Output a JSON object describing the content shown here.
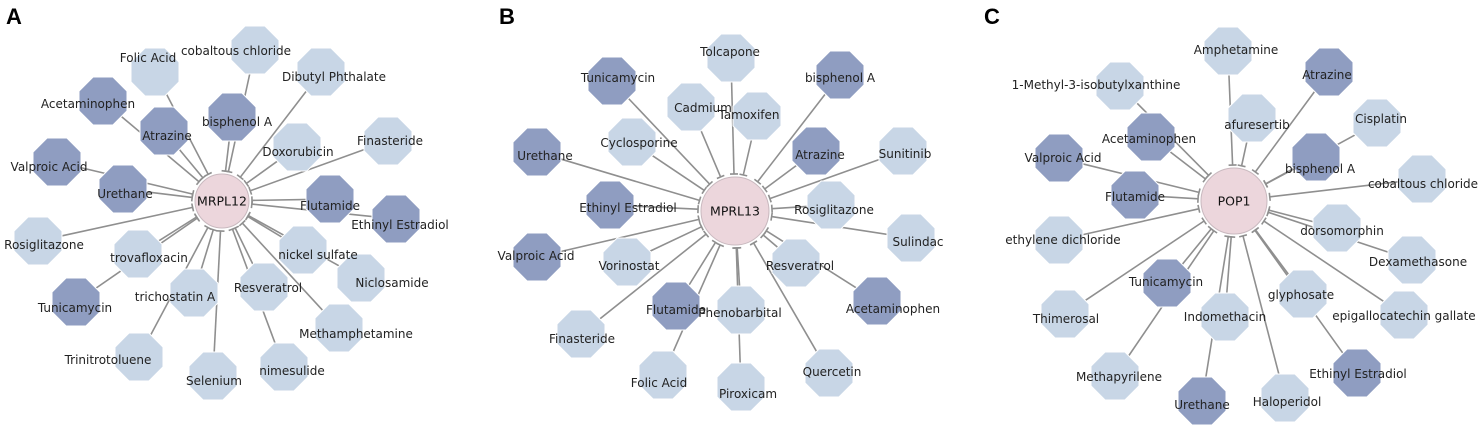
{
  "colors": {
    "dark_node": "#8f9dc1",
    "light_node": "#c8d6e6",
    "node_stroke": "#ffffff",
    "hub": "#ecd6dc",
    "hub_stroke": "#c9b9bf",
    "edge": "#8f8f8f"
  },
  "panels": [
    {
      "letter": "A",
      "hub": "MRPL12",
      "nodes": [
        {
          "label": "Folic Acid",
          "shade": "light"
        },
        {
          "label": "cobaltous chloride",
          "shade": "light"
        },
        {
          "label": "Dibutyl Phthalate",
          "shade": "light"
        },
        {
          "label": "Acetaminophen",
          "shade": "dark"
        },
        {
          "label": "bisphenol A",
          "shade": "dark"
        },
        {
          "label": "Atrazine",
          "shade": "dark"
        },
        {
          "label": "Doxorubicin",
          "shade": "light"
        },
        {
          "label": "Finasteride",
          "shade": "light"
        },
        {
          "label": "Valproic Acid",
          "shade": "dark"
        },
        {
          "label": "Urethane",
          "shade": "dark"
        },
        {
          "label": "Flutamide",
          "shade": "dark"
        },
        {
          "label": "Ethinyl Estradiol",
          "shade": "dark"
        },
        {
          "label": "Rosiglitazone",
          "shade": "light"
        },
        {
          "label": "trovafloxacin",
          "shade": "light"
        },
        {
          "label": "nickel sulfate",
          "shade": "light"
        },
        {
          "label": "Niclosamide",
          "shade": "light"
        },
        {
          "label": "trichostatin A",
          "shade": "light"
        },
        {
          "label": "Resveratrol",
          "shade": "light"
        },
        {
          "label": "Tunicamycin",
          "shade": "dark"
        },
        {
          "label": "Methamphetamine",
          "shade": "light"
        },
        {
          "label": "Trinitrotoluene",
          "shade": "light"
        },
        {
          "label": "nimesulide",
          "shade": "light"
        },
        {
          "label": "Selenium",
          "shade": "light"
        }
      ]
    },
    {
      "letter": "B",
      "hub": "MPRL13",
      "nodes": [
        {
          "label": "Tolcapone",
          "shade": "light"
        },
        {
          "label": "Tunicamycin",
          "shade": "dark"
        },
        {
          "label": "bisphenol A",
          "shade": "dark"
        },
        {
          "label": "Cadmium",
          "shade": "light"
        },
        {
          "label": "Tamoxifen",
          "shade": "light"
        },
        {
          "label": "Cyclosporine",
          "shade": "light"
        },
        {
          "label": "Urethane",
          "shade": "dark"
        },
        {
          "label": "Atrazine",
          "shade": "dark"
        },
        {
          "label": "Sunitinib",
          "shade": "light"
        },
        {
          "label": "Ethinyl Estradiol",
          "shade": "dark"
        },
        {
          "label": "Rosiglitazone",
          "shade": "light"
        },
        {
          "label": "Valproic Acid",
          "shade": "dark"
        },
        {
          "label": "Vorinostat",
          "shade": "light"
        },
        {
          "label": "Sulindac",
          "shade": "light"
        },
        {
          "label": "Resveratrol",
          "shade": "light"
        },
        {
          "label": "Flutamide",
          "shade": "dark"
        },
        {
          "label": "Phenobarbital",
          "shade": "light"
        },
        {
          "label": "Acetaminophen",
          "shade": "dark"
        },
        {
          "label": "Finasteride",
          "shade": "light"
        },
        {
          "label": "Folic Acid",
          "shade": "light"
        },
        {
          "label": "Piroxicam",
          "shade": "light"
        },
        {
          "label": "Quercetin",
          "shade": "light"
        }
      ]
    },
    {
      "letter": "C",
      "hub": "POP1",
      "nodes": [
        {
          "label": "Amphetamine",
          "shade": "light"
        },
        {
          "label": "1-Methyl-3-isobutylxanthine",
          "shade": "light"
        },
        {
          "label": "Atrazine",
          "shade": "dark"
        },
        {
          "label": "afuresertib",
          "shade": "light"
        },
        {
          "label": "Cisplatin",
          "shade": "light"
        },
        {
          "label": "Acetaminophen",
          "shade": "dark"
        },
        {
          "label": "Valproic Acid",
          "shade": "dark"
        },
        {
          "label": "bisphenol A",
          "shade": "dark"
        },
        {
          "label": "cobaltous chloride",
          "shade": "light"
        },
        {
          "label": "Flutamide",
          "shade": "dark"
        },
        {
          "label": "ethylene dichloride",
          "shade": "light"
        },
        {
          "label": "dorsomorphin",
          "shade": "light"
        },
        {
          "label": "Dexamethasone",
          "shade": "light"
        },
        {
          "label": "Tunicamycin",
          "shade": "dark"
        },
        {
          "label": "glyphosate",
          "shade": "light"
        },
        {
          "label": "Thimerosal",
          "shade": "light"
        },
        {
          "label": "Indomethacin",
          "shade": "light"
        },
        {
          "label": "epigallocatechin gallate",
          "shade": "light"
        },
        {
          "label": "Methapyrilene",
          "shade": "light"
        },
        {
          "label": "Ethinyl Estradiol",
          "shade": "dark"
        },
        {
          "label": "Urethane",
          "shade": "dark"
        },
        {
          "label": "Haloperidol",
          "shade": "light"
        }
      ]
    }
  ]
}
